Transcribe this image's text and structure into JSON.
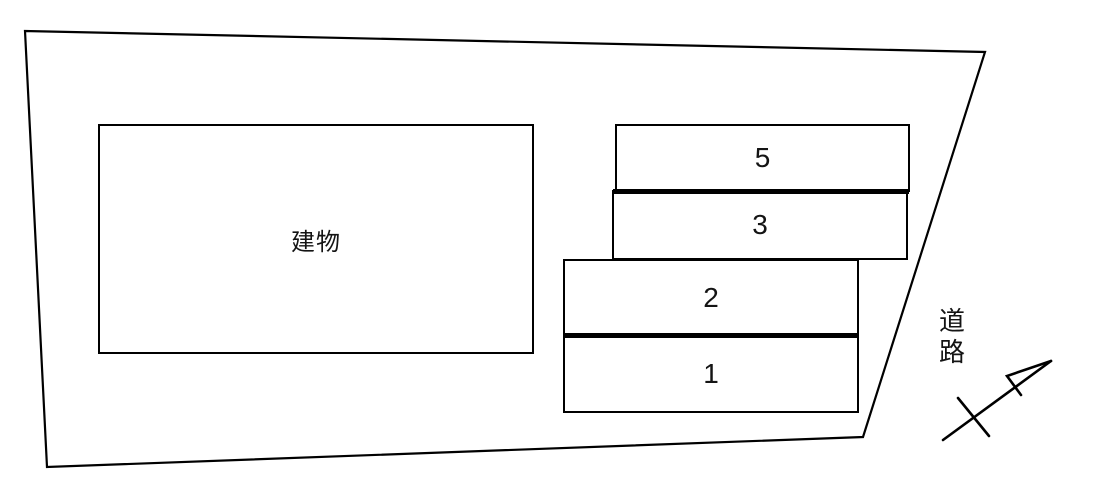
{
  "site_plan": {
    "building_label": "建物",
    "road_label": "道路",
    "parking_spaces": [
      {
        "number": "5"
      },
      {
        "number": "3"
      },
      {
        "number": "2"
      },
      {
        "number": "1"
      }
    ]
  },
  "icons": {
    "direction_arrow": "arrow-with-tick-mark"
  },
  "colors": {
    "line": "#000000",
    "background": "#ffffff",
    "text": "#141414"
  }
}
